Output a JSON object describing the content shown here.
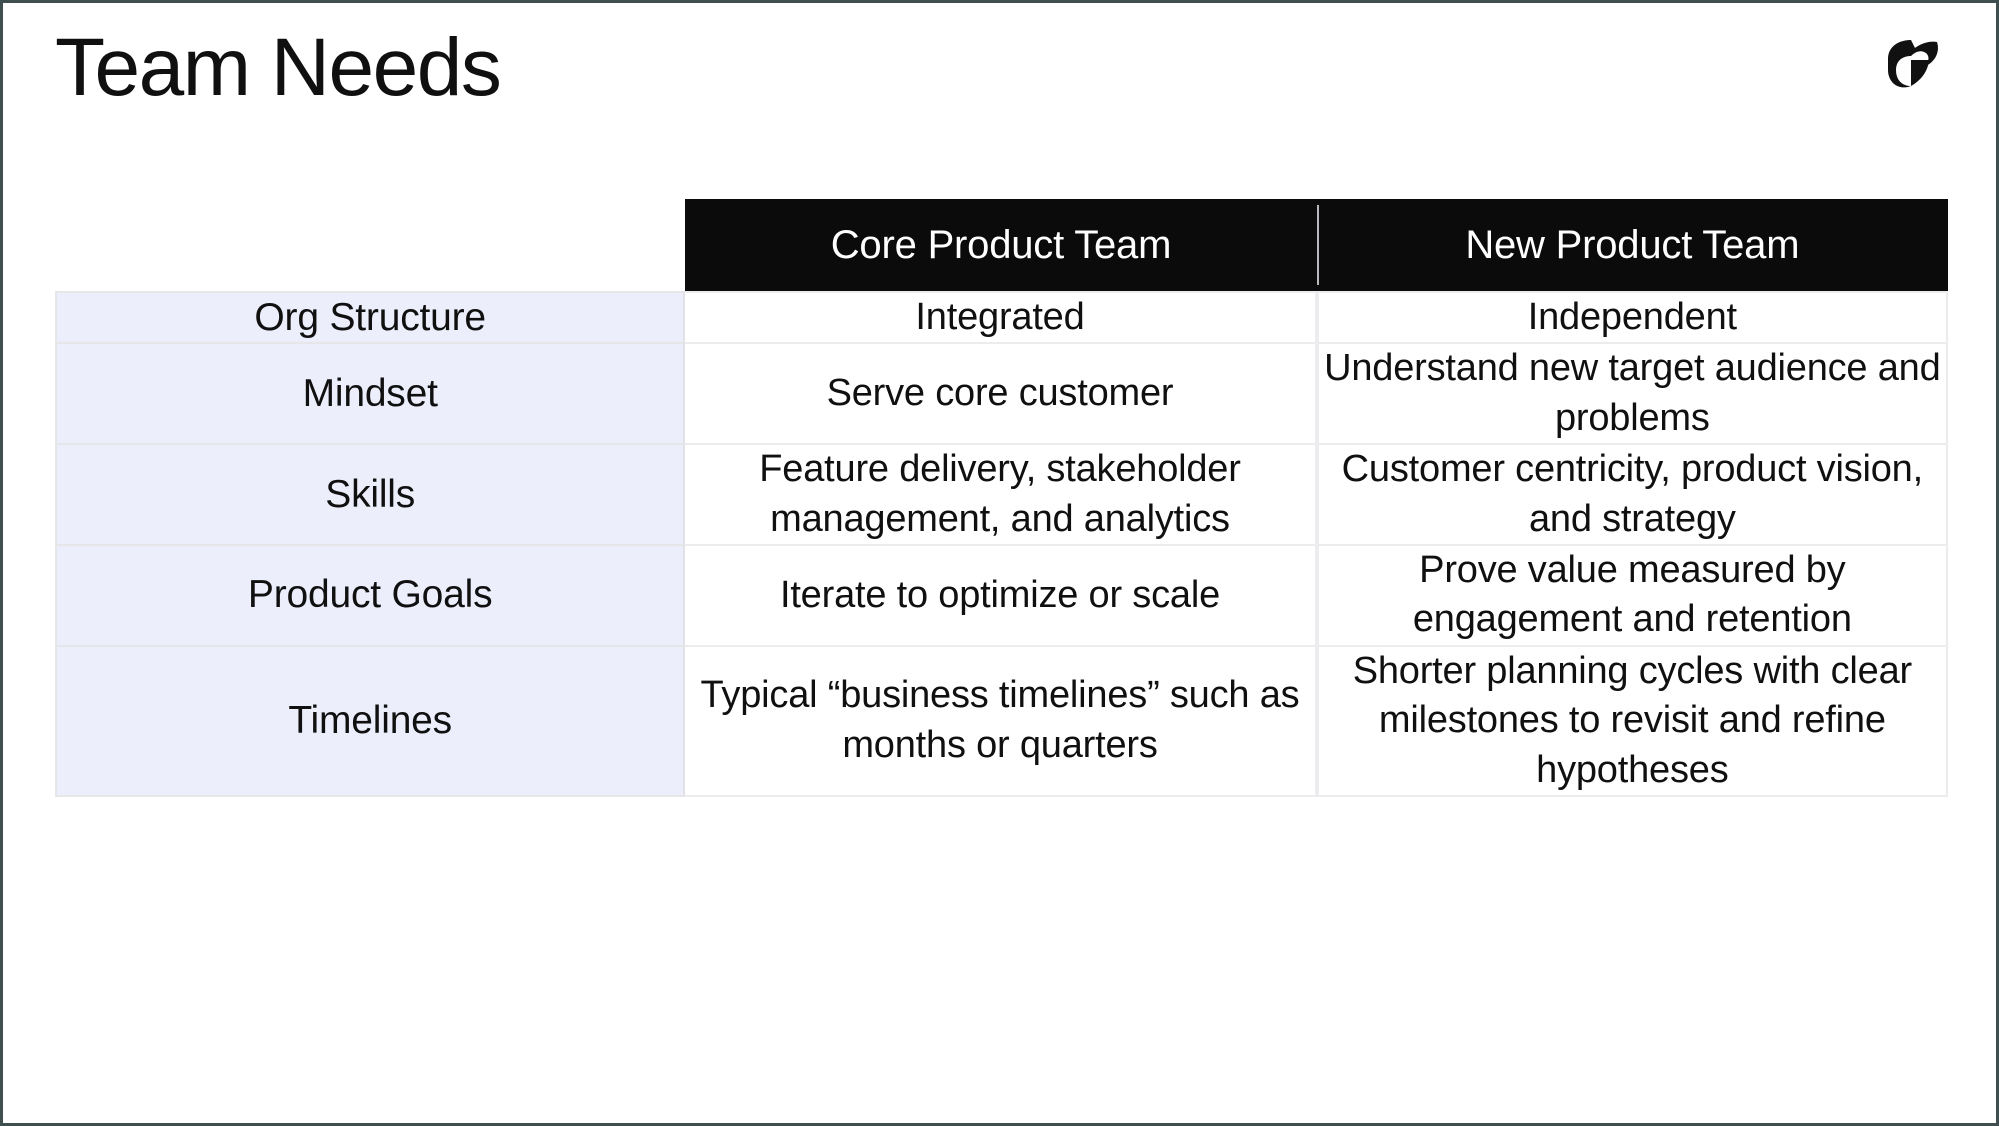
{
  "slide": {
    "title": "Team Needs",
    "logo_name": "company-logo"
  },
  "colors": {
    "header_background": "#0b0b0b",
    "header_text": "#ffffff",
    "label_column_background": "#eceefb",
    "body_text": "#101010",
    "grid_line": "#ececee",
    "slide_border": "#3f4f4f"
  },
  "table": {
    "corner_label": "",
    "columns": [
      {
        "key": "label",
        "header": ""
      },
      {
        "key": "core",
        "header": "Core Product Team"
      },
      {
        "key": "new",
        "header": "New Product Team"
      }
    ],
    "rows": [
      {
        "label": "Org Structure",
        "core": "Integrated",
        "new": "Independent"
      },
      {
        "label": "Mindset",
        "core": "Serve core customer",
        "new": "Understand new target audience and problems"
      },
      {
        "label": "Skills",
        "core": "Feature delivery, stakeholder management, and analytics",
        "new": "Customer centricity, product vision, and strategy"
      },
      {
        "label": "Product Goals",
        "core": "Iterate to optimize or scale",
        "new": "Prove value measured by engagement and retention"
      },
      {
        "label": "Timelines",
        "core": "Typical “business timelines” such as months or quarters",
        "new": "Shorter planning cycles with clear milestones to revisit and refine hypotheses"
      }
    ]
  }
}
